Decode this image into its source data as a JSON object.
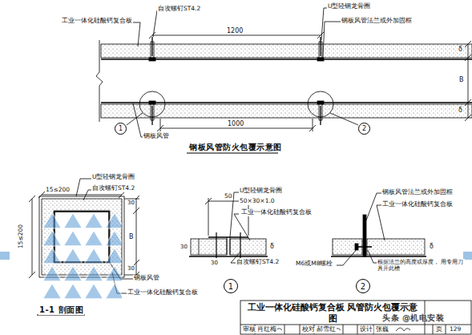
{
  "diagram": {
    "nodes": [
      {
        "text": [
          "1"
        ]
      },
      {
        "text": [
          "2"
        ]
      },
      {
        "text": [
          "1"
        ]
      },
      {
        "text": [
          "2"
        ]
      },
      {
        "text": [
          "工业一体化硅酸钙复合板 风管防火包覆示意图"
        ]
      }
    ],
    "labels": [
      "自攻螺钉ST4.2",
      "1200",
      "U型轻钢龙骨圈",
      "工业一体化硅酸钙复合板",
      "钢板风管法兰或外加固框",
      "δ",
      "B",
      "δ",
      "1000",
      "钢板风管",
      "钢板风管防火包覆示意图",
      "U型轻钢龙骨圈",
      "15≤200",
      "自攻螺钉ST4.2",
      "15≤200",
      "30",
      "B",
      "30",
      "钢板风管",
      "工业一体化硅酸钙复合板",
      "1-1 剖面图",
      "50",
      "U型轻钢龙骨圈",
      "50×30×1.0",
      "工业一体化硅酸钙复合板",
      "30",
      "δ",
      "30",
      "自攻螺钉ST4.2",
      "钢板风管法兰或外加固框",
      "工业一体化硅酸钙复合板",
      "δ",
      "M6或M8螺栓",
      "根据法兰的高度或厚度， 用专用刀具开此槽",
      "审核",
      "肖红梅",
      "校对",
      "郝雪红",
      "设计",
      "张巍",
      "页",
      "129",
      "头条 @机电安装"
    ]
  }
}
